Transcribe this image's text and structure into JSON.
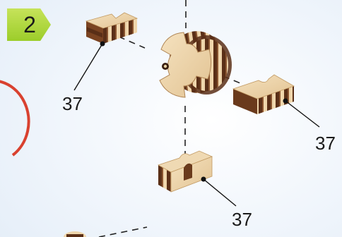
{
  "step": {
    "number": "2"
  },
  "labels": [
    {
      "id": "top-left",
      "text": "37"
    },
    {
      "id": "right",
      "text": "37"
    },
    {
      "id": "bottom",
      "text": "37"
    }
  ],
  "colors": {
    "badge": "#9ccd2a",
    "wood_light": "#ecd5ac",
    "wood_dark": "#5a2f17",
    "wood_mid": "#8a5530",
    "ring": "#d9412f"
  }
}
